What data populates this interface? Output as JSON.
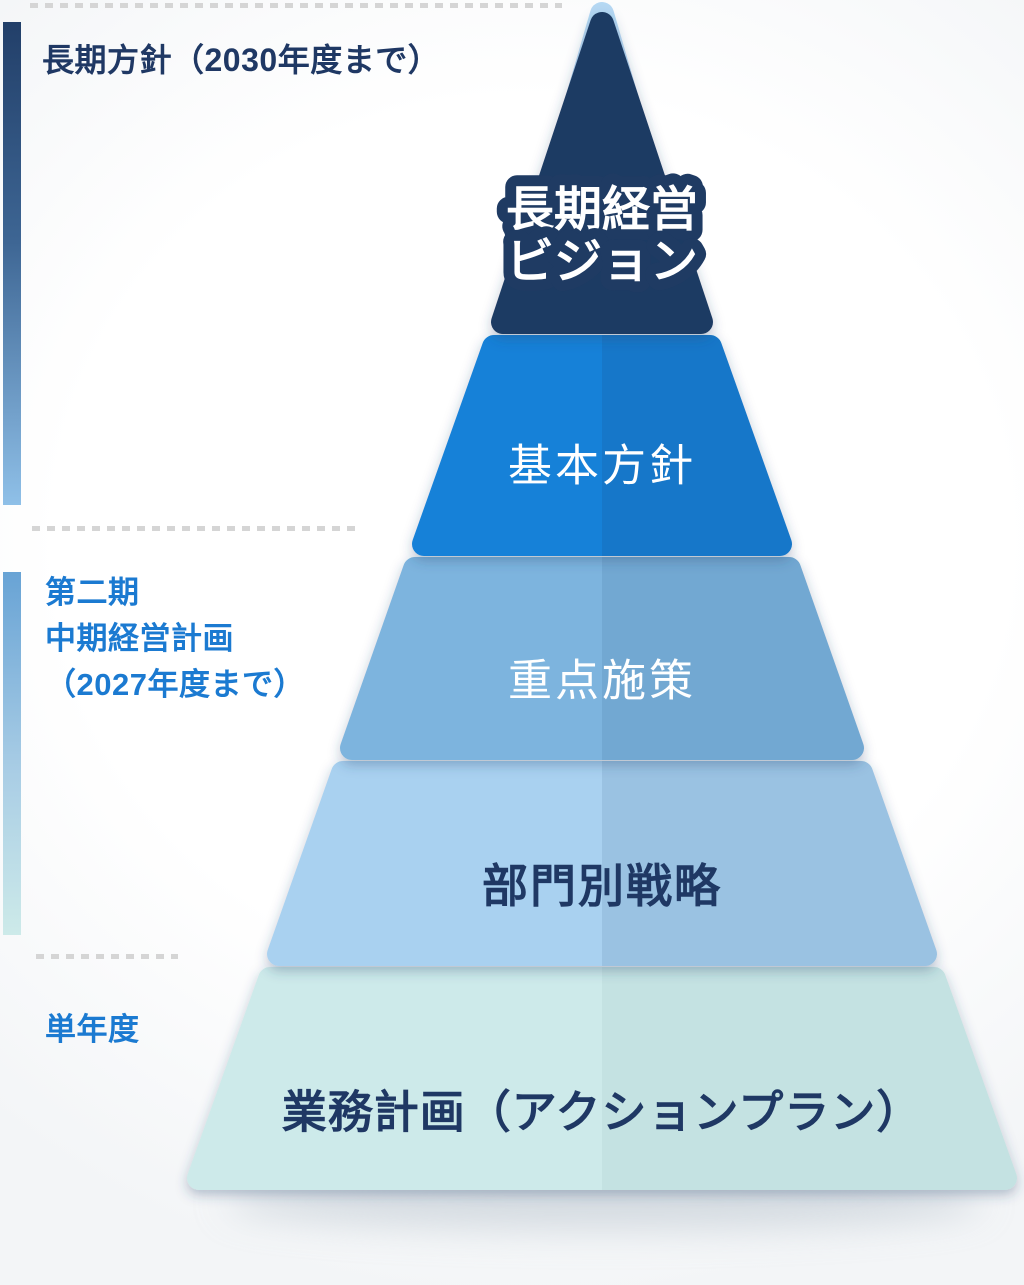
{
  "timeline": {
    "dotted_line_color": "#d5d5d5",
    "sections": [
      {
        "label": "長期方針（2030年度まで）",
        "text_color": "#1f3864",
        "bar_gradient_top": "#223f69",
        "bar_gradient_bottom": "#8fc0e8"
      },
      {
        "lines": [
          "第二期",
          "中期経営計画",
          "（2027年度まで）"
        ],
        "text_color": "#1b7ad1",
        "bar_gradient_top": "#68a3d5",
        "bar_gradient_bottom": "#cdeae9"
      },
      {
        "label": "単年度",
        "text_color": "#1b7ad1"
      }
    ]
  },
  "pyramid": {
    "apex_cap_color": "#b5d8f3",
    "levels": [
      {
        "lines": [
          "長期経営",
          "ビジョン"
        ],
        "text_color": "#ffffff",
        "text_outline": "#1f3b63",
        "fill_left": "#1f3b63",
        "fill_right": "#1f3b63"
      },
      {
        "label": "基本方針",
        "text_color": "#ffffff",
        "fill_left": "#1581d8",
        "fill_right": "#1677c9"
      },
      {
        "label": "重点施策",
        "text_color": "#ffffff",
        "fill_left": "#7db4de",
        "fill_right": "#72a8d2"
      },
      {
        "label": "部門別戦略",
        "text_color": "#1f3864",
        "fill_left": "#a9d1f0",
        "fill_right": "#9ac2e2"
      },
      {
        "label": "業務計画（アクションプラン）",
        "text_color": "#1f3864",
        "fill_left": "#cdeaea",
        "fill_right": "#c4e2e2"
      }
    ]
  }
}
